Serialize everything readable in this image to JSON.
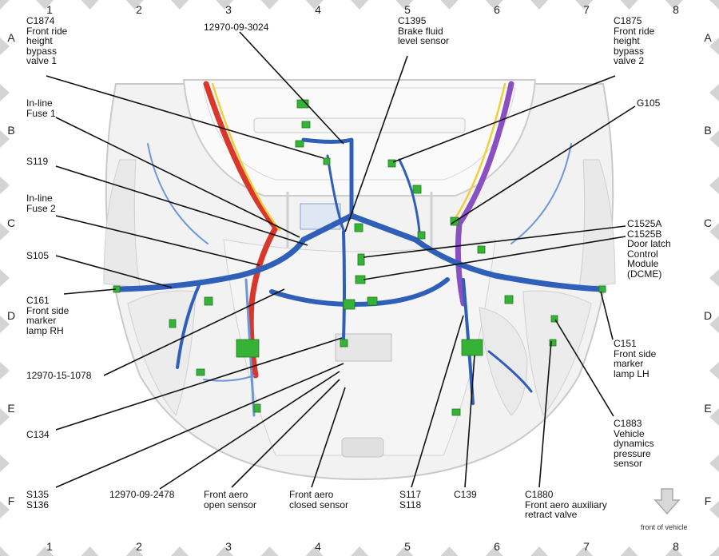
{
  "grid": {
    "columns": [
      "1",
      "2",
      "3",
      "4",
      "5",
      "6",
      "7",
      "8"
    ],
    "rows": [
      "A",
      "B",
      "C",
      "D",
      "E",
      "F"
    ]
  },
  "labels": [
    {
      "id": "c1874",
      "text": "C1874\nFront ride\nheight\nbypass\nvalve 1"
    },
    {
      "id": "p3024",
      "text": "12970-09-3024"
    },
    {
      "id": "c1395",
      "text": "C1395\nBrake fluid\nlevel sensor"
    },
    {
      "id": "c1875",
      "text": "C1875\nFront ride\nheight\nbypass\nvalve 2"
    },
    {
      "id": "fuse1",
      "text": "In-line\nFuse 1"
    },
    {
      "id": "g105",
      "text": "G105"
    },
    {
      "id": "s119",
      "text": "S119"
    },
    {
      "id": "fuse2",
      "text": "In-line\nFuse 2"
    },
    {
      "id": "c1525",
      "text": "C1525A\nC1525B\nDoor latch\nControl\nModule\n(DCME)"
    },
    {
      "id": "s105",
      "text": "S105"
    },
    {
      "id": "c161",
      "text": "C161\nFront side\nmarker\nlamp RH"
    },
    {
      "id": "c151",
      "text": "C151\nFront side\nmarker\nlamp LH"
    },
    {
      "id": "p1078",
      "text": "12970-15-1078"
    },
    {
      "id": "c134",
      "text": "C134"
    },
    {
      "id": "c1883",
      "text": "C1883\nVehicle\ndynamics\npressure\nsensor"
    },
    {
      "id": "s135",
      "text": "S135\nS136"
    },
    {
      "id": "p2478",
      "text": "12970-09-2478"
    },
    {
      "id": "aeroOpen",
      "text": "Front aero\nopen sensor"
    },
    {
      "id": "aeroClosed",
      "text": "Front aero\nclosed sensor"
    },
    {
      "id": "s117",
      "text": "S117\nS118"
    },
    {
      "id": "c139",
      "text": "C139"
    },
    {
      "id": "c1880",
      "text": "C1880\nFront aero auxiliary\nretract valve"
    }
  ],
  "front_of_vehicle": "front of vehicle",
  "colors": {
    "harness_blue": "#2f5fb8",
    "harness_light": "#6d97d6",
    "harness_red": "#d9362c",
    "harness_yellow": "#f0cf3a",
    "harness_purple": "#8a4fc0",
    "connector_green": "#36b336",
    "body_grey": "#f1f1f1",
    "tab_grey": "#d4d4d4"
  }
}
